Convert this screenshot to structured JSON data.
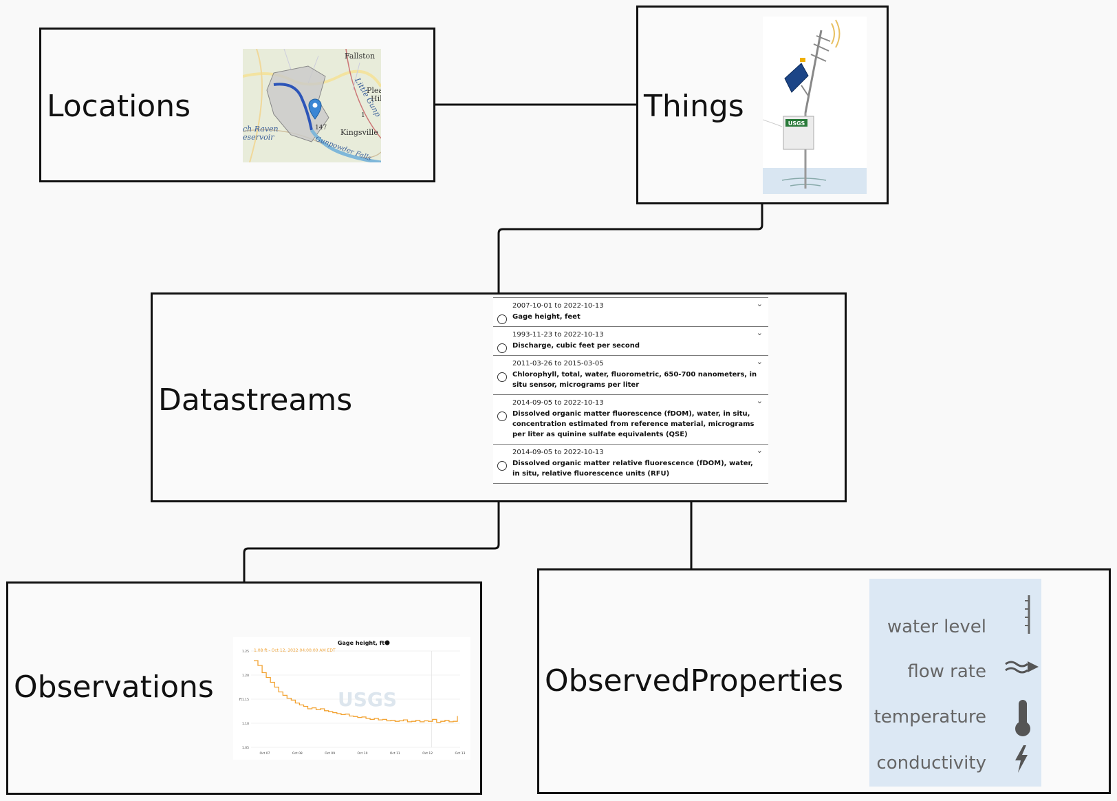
{
  "entities": {
    "locations": "Locations",
    "things": "Things",
    "datastreams": "Datastreams",
    "observations": "Observations",
    "observed_properties": "ObservedProperties"
  },
  "map_labels": {
    "fallston": "Fallston",
    "plea": "Plea",
    "hil": "Hil",
    "little_gunpowder": "Little Gunp",
    "route_147": "147",
    "route_1": "1",
    "kingsville": "Kingsville",
    "raven": "ch Raven",
    "reservoir": "eservoir",
    "gunpowder_falls": "Gunpowder Falls"
  },
  "thing_badge": "USGS",
  "datastreams": [
    {
      "dates": "2007-10-01 to 2022-10-13",
      "name": "Gage height, feet"
    },
    {
      "dates": "1993-11-23 to 2022-10-13",
      "name": "Discharge, cubic feet per second"
    },
    {
      "dates": "2011-03-26 to 2015-03-05",
      "name": "Chlorophyll, total, water, fluorometric, 650-700 nanometers, in situ sensor, micrograms per liter"
    },
    {
      "dates": "2014-09-05 to 2022-10-13",
      "name": "Dissolved organic matter fluorescence (fDOM), water, in situ, concentration estimated from reference material, micrograms per liter as quinine sulfate equivalents (QSE)"
    },
    {
      "dates": "2014-09-05 to 2022-10-13",
      "name": "Dissolved organic matter relative fluorescence (fDOM), water, in situ, relative fluorescence units (RFU)"
    }
  ],
  "chart_data": {
    "type": "line",
    "title": "Gage height, ft",
    "annotation": "1.08 ft - Oct 12, 2022 04:00:00 AM EDT",
    "watermark": "USGS",
    "ylabel": "ft",
    "ylim": [
      1.05,
      1.25
    ],
    "y_ticks": [
      "1.25",
      "1.20",
      "1.15",
      "1.10",
      "1.05"
    ],
    "categories": [
      "Oct 07",
      "Oct 08",
      "Oct 09",
      "Oct 10",
      "Oct 11",
      "Oct 12",
      "Oct 13"
    ],
    "series": [
      {
        "values": [
          1.23,
          1.22,
          1.205,
          1.195,
          1.185,
          1.175,
          1.165,
          1.158,
          1.152,
          1.148,
          1.142,
          1.138,
          1.135,
          1.13,
          1.132,
          1.128,
          1.13,
          1.126,
          1.124,
          1.122,
          1.12,
          1.118,
          1.119,
          1.115,
          1.114,
          1.112,
          1.113,
          1.11,
          1.108,
          1.11,
          1.107,
          1.108,
          1.105,
          1.106,
          1.104,
          1.105,
          1.107,
          1.103,
          1.104,
          1.106,
          1.103,
          1.105,
          1.104,
          1.108,
          1.102,
          1.104,
          1.106,
          1.103,
          1.104,
          1.115
        ],
        "color": "#f2a231"
      }
    ]
  },
  "properties": [
    {
      "label": "water level",
      "icon": "ruler-icon"
    },
    {
      "label": "flow rate",
      "icon": "flow-icon"
    },
    {
      "label": "temperature",
      "icon": "thermometer-icon"
    },
    {
      "label": "conductivity",
      "icon": "lightning-icon"
    }
  ]
}
